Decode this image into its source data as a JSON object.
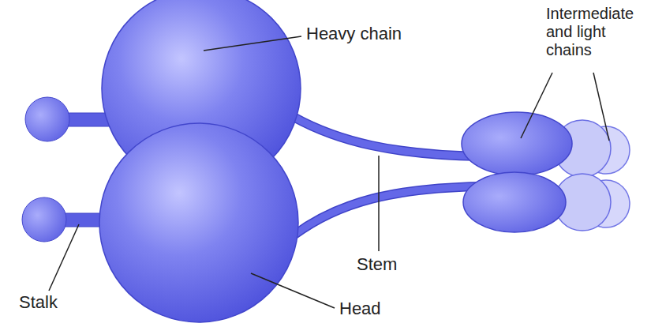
{
  "diagram": {
    "labels": [
      "Heavy chain",
      "Intermediate and light chains",
      "Stem",
      "Stalk",
      "Head"
    ]
  }
}
